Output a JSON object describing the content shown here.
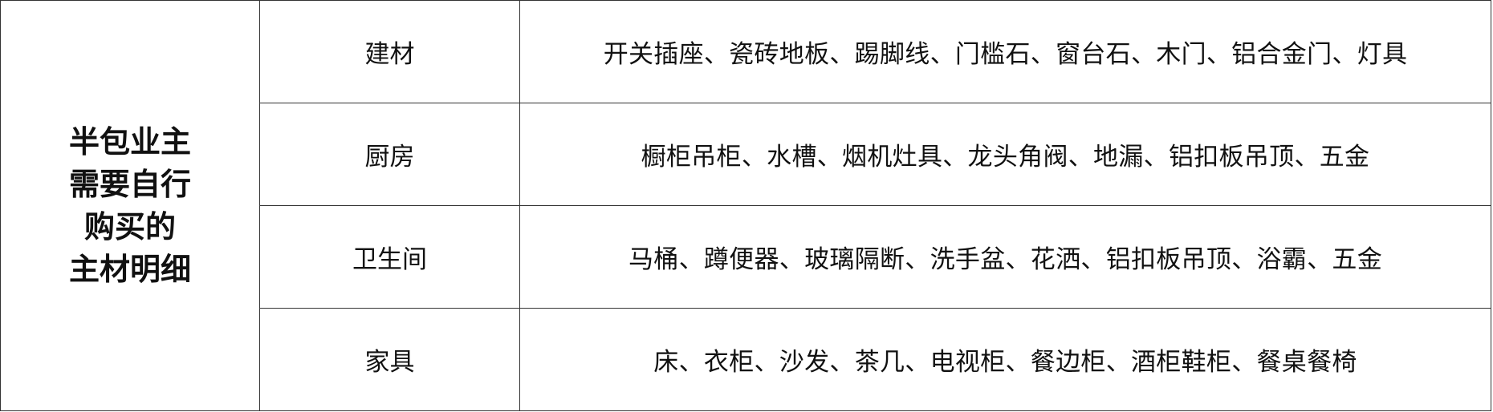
{
  "header": {
    "lines": [
      "半包业主",
      "需要自行",
      "购买的",
      "主材明细"
    ]
  },
  "rows": [
    {
      "category": "建材",
      "items": "开关插座、瓷砖地板、踢脚线、门槛石、窗台石、木门、铝合金门、灯具"
    },
    {
      "category": "厨房",
      "items": "橱柜吊柜、水槽、烟机灶具、龙头角阀、地漏、铝扣板吊顶、五金"
    },
    {
      "category": "卫生间",
      "items": "马桶、蹲便器、玻璃隔断、洗手盆、花洒、铝扣板吊顶、浴霸、五金"
    },
    {
      "category": "家具",
      "items": "床、衣柜、沙发、茶几、电视柜、餐边柜、酒柜鞋柜、餐桌餐椅"
    }
  ],
  "colors": {
    "border": "#333333",
    "text": "#111111",
    "background": "#ffffff"
  }
}
